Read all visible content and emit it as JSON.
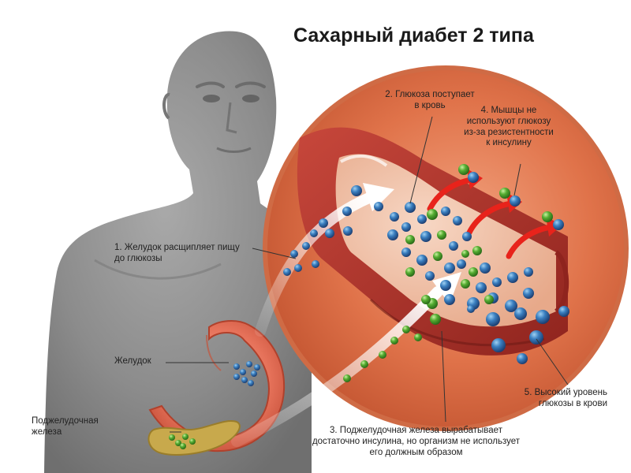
{
  "title": "Сахарный диабет 2 типа",
  "labels": {
    "step1": [
      "1. Желудок расщипляет пищу",
      "до глюкозы"
    ],
    "stomach": "Желудок",
    "pancreas": [
      "Поджелудочная",
      "железа"
    ],
    "step2": [
      "2. Глюкоза поступает",
      "в кровь"
    ],
    "step3": [
      "3. Поджелудочная железа вырабатывает",
      "достаточно инсулина, но организм не использует",
      "его должным образом"
    ],
    "step4": [
      "4. Мышцы не",
      "используют глюкозу",
      "из-за резистентности",
      "к инсулину"
    ],
    "step5": [
      "5. Высокий уровень",
      "глюкозы в крови"
    ]
  },
  "colors": {
    "glucose": "#2f6fb0",
    "insulin": "#4aa52e",
    "arrow_red": "#e8231b",
    "vessel": "#b8352d",
    "tissue": "#e0734a",
    "silhouette": "#8a8a8a"
  },
  "legend_icons": [
    "glucose-molecule-icon",
    "insulin-molecule-icon",
    "transfer-arrow-icon",
    "red-uptake-arrow-icon"
  ]
}
